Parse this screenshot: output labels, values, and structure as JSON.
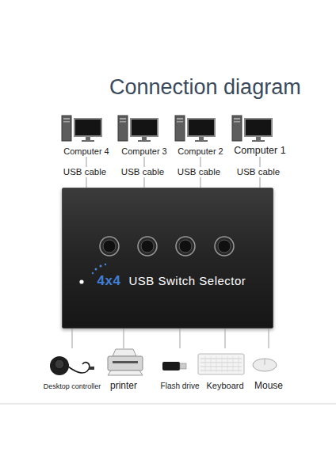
{
  "diagram": {
    "title": "Connection diagram",
    "nodes": [
      {
        "text": [
          "Computer 4"
        ]
      },
      {
        "text": [
          "Computer 3"
        ]
      },
      {
        "text": [
          "Computer 2"
        ]
      },
      {
        "text": [
          "Computer 1"
        ]
      },
      {
        "text": [
          "4x4",
          "USB Switch Selector"
        ]
      },
      {
        "text": [
          "Desktop controller"
        ]
      },
      {
        "text": [
          "printer"
        ]
      },
      {
        "text": [
          "Flash drive"
        ]
      },
      {
        "text": [
          "Keyboard"
        ]
      },
      {
        "text": [
          "Mouse"
        ]
      }
    ],
    "edges": [
      {
        "from": 0,
        "to": 4,
        "label": "USB cable",
        "arrow": "none"
      },
      {
        "from": 1,
        "to": 4,
        "label": "USB cable",
        "arrow": "none"
      },
      {
        "from": 2,
        "to": 4,
        "label": "USB cable",
        "arrow": "none"
      },
      {
        "from": 3,
        "to": 4,
        "label": "USB cable",
        "arrow": "none"
      },
      {
        "from": 4,
        "to": 5,
        "arrow": "none"
      },
      {
        "from": 4,
        "to": 6,
        "arrow": "none"
      },
      {
        "from": 4,
        "to": 7,
        "arrow": "none"
      },
      {
        "from": 4,
        "to": 8,
        "arrow": "none"
      },
      {
        "from": 4,
        "to": 9,
        "arrow": "none"
      }
    ]
  }
}
